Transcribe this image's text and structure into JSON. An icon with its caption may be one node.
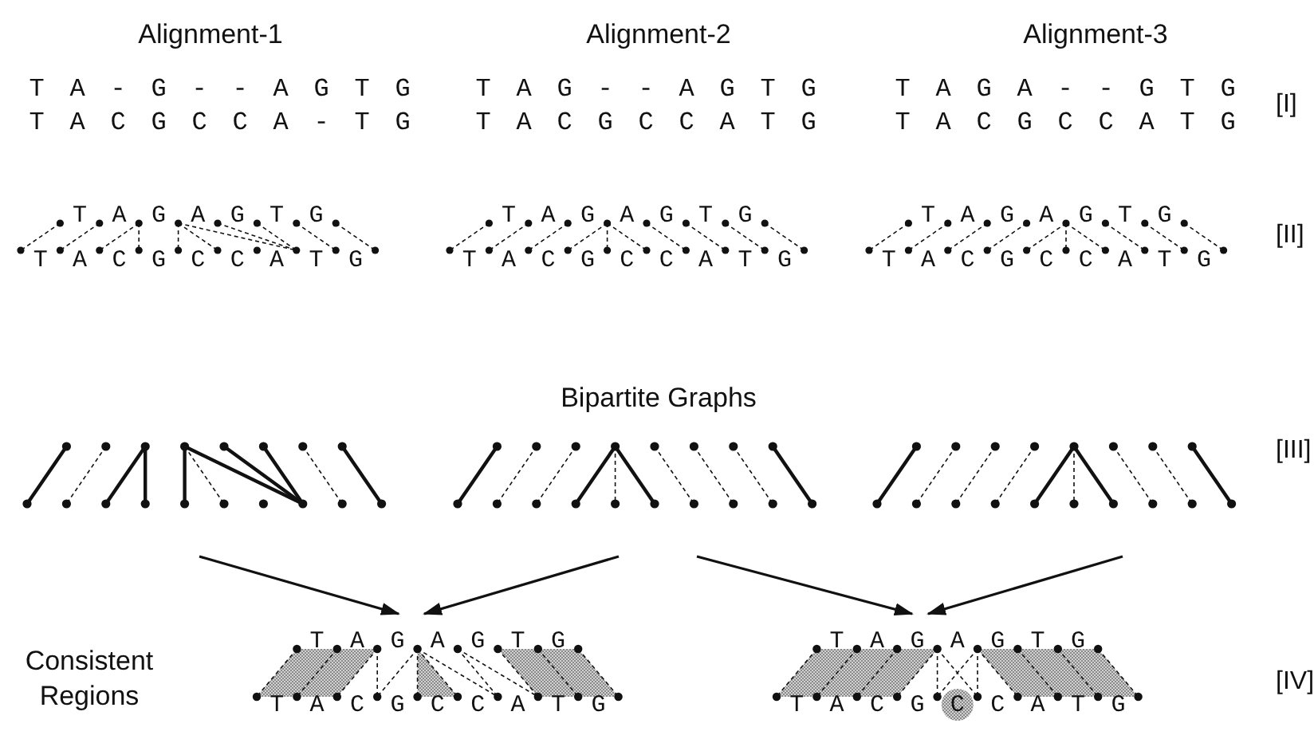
{
  "diagram": {
    "nodes": [
      {
        "text": [],
        "shape": "picture"
      },
      {
        "text": [],
        "shape": "picture"
      },
      {
        "text": [],
        "shape": "picture"
      },
      {
        "text": [
          "TAGAGTG",
          "TACGCCATG"
        ]
      },
      {
        "text": [
          "TAGAGTG",
          "TACGCCATG"
        ]
      }
    ],
    "edges": [
      {
        "from": 0,
        "to": 3,
        "arrow": "to"
      },
      {
        "from": 1,
        "to": 3,
        "arrow": "to"
      },
      {
        "from": 1,
        "to": 4,
        "arrow": "to"
      },
      {
        "from": 2,
        "to": 4,
        "arrow": "to"
      }
    ],
    "labels": [
      "Alignment-1",
      "Alignment-2",
      "Alignment-3",
      "TA-G--AGTG",
      "TAG--AGTG",
      "TAGA--GTG",
      "[I]",
      "TACGCCA-TG",
      "TACGCCATG",
      "TACGCCATG",
      "TAGAGTG",
      "TAGAGTG",
      "TAGAGTG",
      "[II]",
      "TACGCCATG",
      "TACGCCATG",
      "TACGCCATG",
      "Bipartite Graphs",
      "[III]",
      "Consistent Regions",
      "[IV]"
    ]
  }
}
